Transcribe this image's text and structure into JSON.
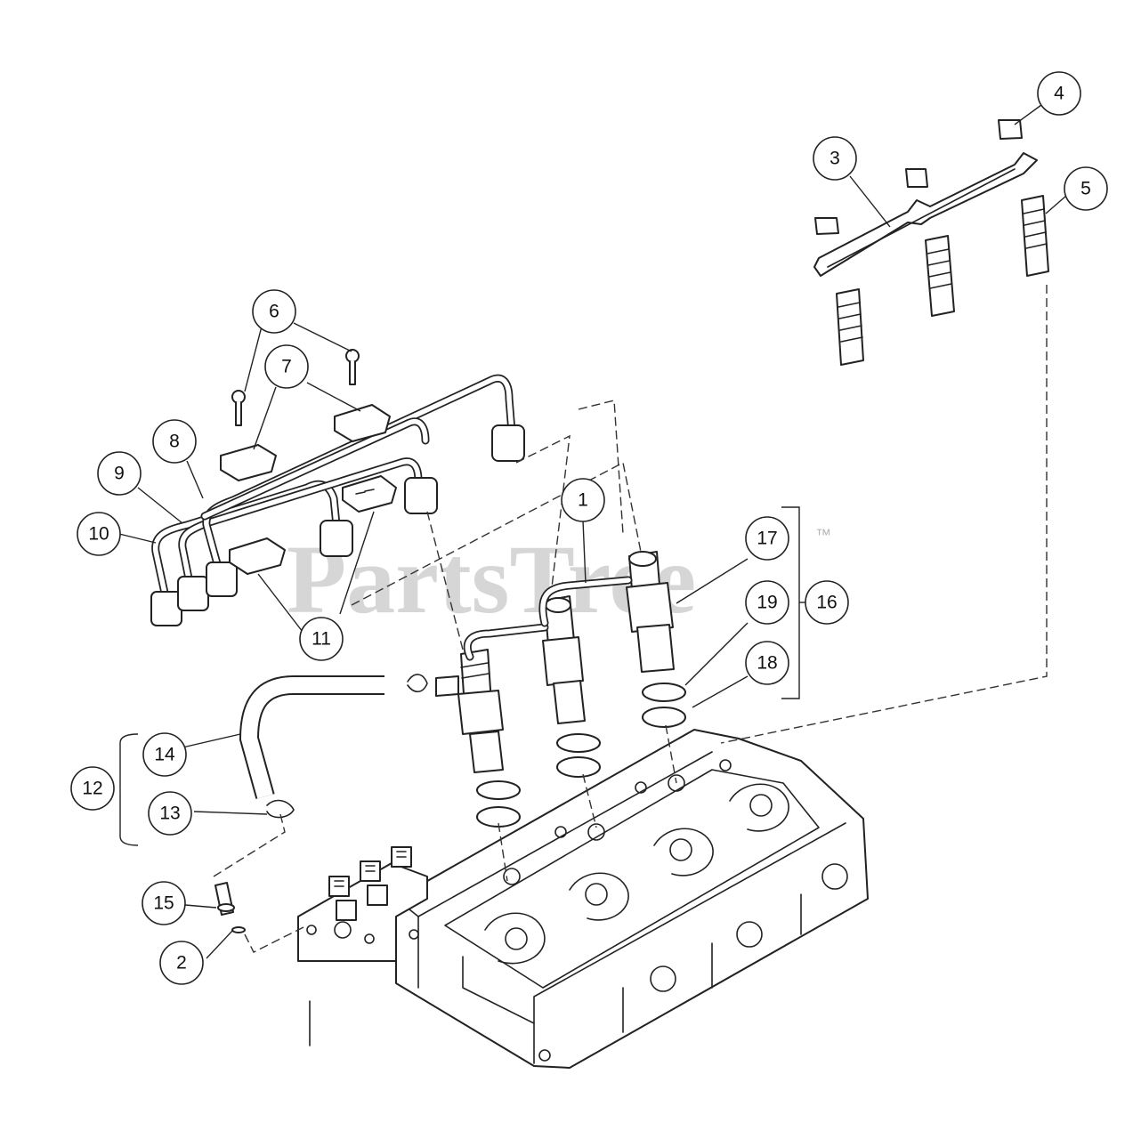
{
  "watermark": {
    "text": "PartsTree",
    "trademark": "™",
    "color": "#b5b5b5"
  },
  "callouts": [
    "1",
    "2",
    "3",
    "4",
    "5",
    "6",
    "7",
    "8",
    "9",
    "10",
    "11",
    "12",
    "13",
    "14",
    "15",
    "16",
    "17",
    "18",
    "19"
  ]
}
